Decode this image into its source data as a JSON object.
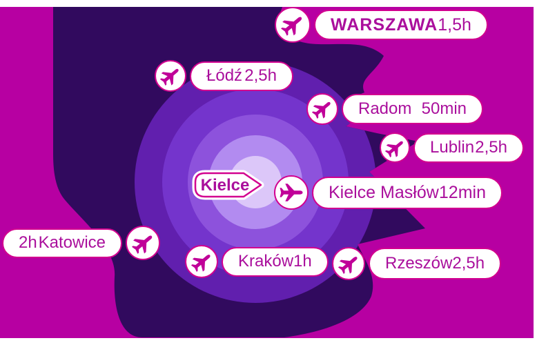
{
  "colors": {
    "magenta": "#b700a2",
    "dark_purple": "#310a5e",
    "pill_border": "#d2008f",
    "text": "#aa0f9c",
    "plane": "#c00098",
    "white": "#ffffff",
    "ring_colors": [
      "#611fae",
      "#7434cc",
      "#8d52dc",
      "#b28bf0",
      "#dcc7f9"
    ]
  },
  "center": {
    "label": "Kielce"
  },
  "destinations": [
    {
      "city": "WARSZAWA",
      "time": "1,5h",
      "icon": "plane",
      "emphasis": true
    },
    {
      "city": "Łódź",
      "time": "2,5h",
      "icon": "plane"
    },
    {
      "city": "Radom",
      "time": "50min",
      "icon": "plane"
    },
    {
      "city": "Lublin",
      "time": "2,5h",
      "icon": "plane"
    },
    {
      "city": "Kielce Masłów",
      "time": "12min",
      "icon": "plane"
    },
    {
      "city": "Katowice",
      "time": "2h",
      "icon": "plane",
      "time_first": true
    },
    {
      "city": "Kraków",
      "time": "1h",
      "icon": "plane"
    },
    {
      "city": "Rzeszów",
      "time": "2,5h",
      "icon": "plane"
    }
  ]
}
